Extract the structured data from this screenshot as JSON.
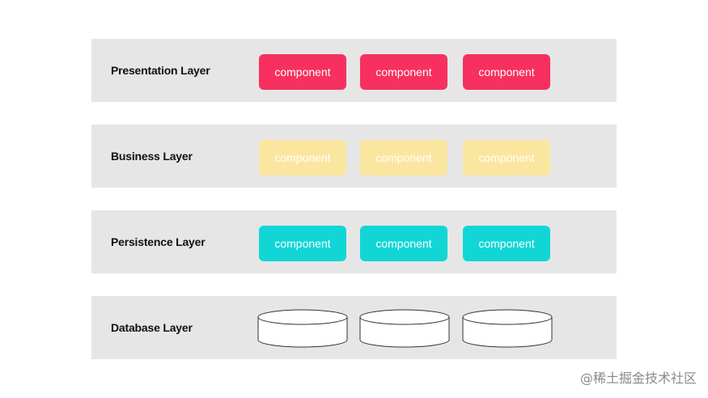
{
  "layers": [
    {
      "label": "Presentation Layer",
      "color": "#f7305f",
      "components": [
        "component",
        "component",
        "component"
      ]
    },
    {
      "label": "Business Layer",
      "color": "#fae69f",
      "components": [
        "component",
        "component",
        "component"
      ]
    },
    {
      "label": "Persistence Layer",
      "color": "#12d6d6",
      "components": [
        "component",
        "component",
        "component"
      ]
    },
    {
      "label": "Database Layer"
    }
  ],
  "watermark": "@稀土掘金技术社区"
}
